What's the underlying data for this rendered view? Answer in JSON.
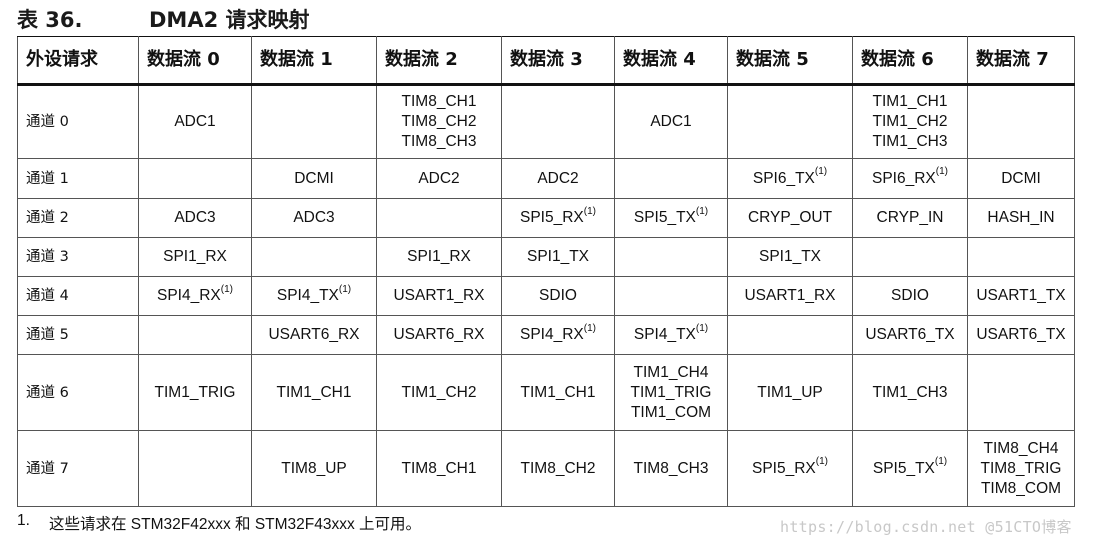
{
  "title": {
    "number": "表 36.",
    "text": "DMA2 请求映射"
  },
  "table": {
    "headers": [
      "外设请求",
      "数据流 0",
      "数据流 1",
      "数据流 2",
      "数据流 3",
      "数据流 4",
      "数据流 5",
      "数据流 6",
      "数据流 7"
    ],
    "rows": [
      {
        "channel": "通道 0",
        "cells": [
          [
            {
              "t": "ADC1",
              "s": ""
            }
          ],
          [],
          [
            {
              "t": "TIM8_CH1",
              "s": ""
            },
            {
              "t": "TIM8_CH2",
              "s": ""
            },
            {
              "t": "TIM8_CH3",
              "s": ""
            }
          ],
          [],
          [
            {
              "t": "ADC1",
              "s": ""
            }
          ],
          [],
          [
            {
              "t": "TIM1_CH1",
              "s": ""
            },
            {
              "t": "TIM1_CH2",
              "s": ""
            },
            {
              "t": "TIM1_CH3",
              "s": ""
            }
          ],
          []
        ]
      },
      {
        "channel": "通道 1",
        "cells": [
          [],
          [
            {
              "t": "DCMI",
              "s": ""
            }
          ],
          [
            {
              "t": "ADC2",
              "s": ""
            }
          ],
          [
            {
              "t": "ADC2",
              "s": ""
            }
          ],
          [],
          [
            {
              "t": "SPI6_TX",
              "s": "(1)"
            }
          ],
          [
            {
              "t": "SPI6_RX",
              "s": "(1)"
            }
          ],
          [
            {
              "t": "DCMI",
              "s": ""
            }
          ]
        ]
      },
      {
        "channel": "通道 2",
        "cells": [
          [
            {
              "t": "ADC3",
              "s": ""
            }
          ],
          [
            {
              "t": "ADC3",
              "s": ""
            }
          ],
          [],
          [
            {
              "t": "SPI5_RX",
              "s": "(1)"
            }
          ],
          [
            {
              "t": "SPI5_TX",
              "s": "(1)"
            }
          ],
          [
            {
              "t": "CRYP_OUT",
              "s": ""
            }
          ],
          [
            {
              "t": "CRYP_IN",
              "s": ""
            }
          ],
          [
            {
              "t": "HASH_IN",
              "s": ""
            }
          ]
        ]
      },
      {
        "channel": "通道 3",
        "cells": [
          [
            {
              "t": "SPI1_RX",
              "s": ""
            }
          ],
          [],
          [
            {
              "t": "SPI1_RX",
              "s": ""
            }
          ],
          [
            {
              "t": "SPI1_TX",
              "s": ""
            }
          ],
          [],
          [
            {
              "t": "SPI1_TX",
              "s": ""
            }
          ],
          [],
          []
        ]
      },
      {
        "channel": "通道 4",
        "cells": [
          [
            {
              "t": "SPI4_RX",
              "s": "(1)"
            }
          ],
          [
            {
              "t": "SPI4_TX",
              "s": "(1)"
            }
          ],
          [
            {
              "t": "USART1_RX",
              "s": ""
            }
          ],
          [
            {
              "t": "SDIO",
              "s": ""
            }
          ],
          [],
          [
            {
              "t": "USART1_RX",
              "s": ""
            }
          ],
          [
            {
              "t": "SDIO",
              "s": ""
            }
          ],
          [
            {
              "t": "USART1_TX",
              "s": ""
            }
          ]
        ]
      },
      {
        "channel": "通道 5",
        "cells": [
          [],
          [
            {
              "t": "USART6_RX",
              "s": ""
            }
          ],
          [
            {
              "t": "USART6_RX",
              "s": ""
            }
          ],
          [
            {
              "t": "SPI4_RX",
              "s": "(1)"
            }
          ],
          [
            {
              "t": "SPI4_TX",
              "s": "(1)"
            }
          ],
          [],
          [
            {
              "t": "USART6_TX",
              "s": ""
            }
          ],
          [
            {
              "t": "USART6_TX",
              "s": ""
            }
          ]
        ]
      },
      {
        "channel": "通道 6",
        "cells": [
          [
            {
              "t": "TIM1_TRIG",
              "s": ""
            }
          ],
          [
            {
              "t": "TIM1_CH1",
              "s": ""
            }
          ],
          [
            {
              "t": "TIM1_CH2",
              "s": ""
            }
          ],
          [
            {
              "t": "TIM1_CH1",
              "s": ""
            }
          ],
          [
            {
              "t": "TIM1_CH4",
              "s": ""
            },
            {
              "t": "TIM1_TRIG",
              "s": ""
            },
            {
              "t": "TIM1_COM",
              "s": ""
            }
          ],
          [
            {
              "t": "TIM1_UP",
              "s": ""
            }
          ],
          [
            {
              "t": "TIM1_CH3",
              "s": ""
            }
          ],
          []
        ]
      },
      {
        "channel": "通道 7",
        "cells": [
          [],
          [
            {
              "t": "TIM8_UP",
              "s": ""
            }
          ],
          [
            {
              "t": "TIM8_CH1",
              "s": ""
            }
          ],
          [
            {
              "t": "TIM8_CH2",
              "s": ""
            }
          ],
          [
            {
              "t": "TIM8_CH3",
              "s": ""
            }
          ],
          [
            {
              "t": "SPI5_RX",
              "s": "(1)"
            }
          ],
          [
            {
              "t": "SPI5_TX",
              "s": "(1)"
            }
          ],
          [
            {
              "t": "TIM8_CH4",
              "s": ""
            },
            {
              "t": "TIM8_TRIG",
              "s": ""
            },
            {
              "t": "TIM8_COM",
              "s": ""
            }
          ]
        ]
      }
    ]
  },
  "footnote": {
    "number": "1.",
    "text": "这些请求在 STM32F42xxx 和 STM32F43xxx 上可用。"
  },
  "watermark": "https://blog.csdn.net @51CTO博客"
}
